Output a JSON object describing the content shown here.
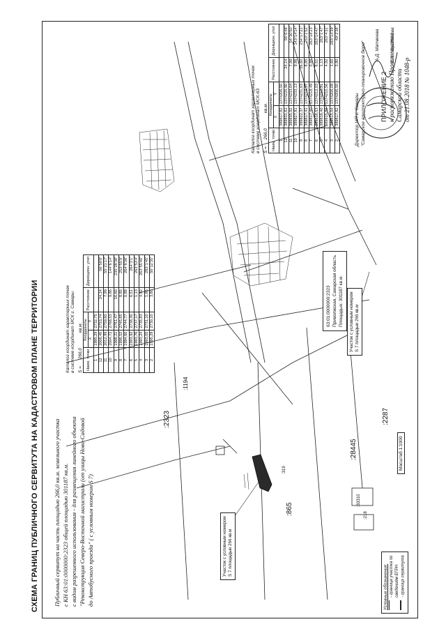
{
  "appendix": {
    "line1": "ПРИЛОЖЕНИЕ 2",
    "line2": "к распоряжению Правительства",
    "line3": "Самарской области",
    "line4": "от 21.08.2018 № 1048-р"
  },
  "title": "СХЕМА ГРАНИЦ ПУБЛИЧНОГО СЕРВИТУТА НА КАДАСТРОВОМ ПЛАНЕ ТЕРРИТОРИИ",
  "description": [
    "Публичный сервитут на часть площадью 266,0 кв.м. земельного участка",
    "с КН 63:01:0000000:2323 общей площадью 301187 кв.м.",
    "с видом разрешенного использования - для размещения линейного объекта",
    "\"Реконструкция Северо-Восточной магистрали (от улицы Ново-Садовой",
    "до Автобусного проезда\" ( с условным номером  S 7)"
  ],
  "catalog1": {
    "caption1": "Каталог координат характерных точек",
    "caption2": "в системе координат МСК г. Самары",
    "s_label": "S =",
    "s_value": "266,0",
    "s_unit": "кв.м.",
    "headers": [
      "Наим. точки",
      "X",
      "Y",
      "Расстояние",
      "Дирекцион. угол"
    ],
    "coord_header": "Координаты",
    "rows": [
      [
        "1",
        "1995,29",
        "2732,75",
        "",
        ""
      ],
      [
        "12",
        "2006,45",
        "2753,74",
        "24,14",
        "56°58'8\""
      ],
      [
        "11",
        "2012,99",
        "2759,60",
        "7,99",
        "55°21'17\""
      ],
      [
        "10",
        "2004,72",
        "2768,53",
        "9,86",
        "144°6'14\""
      ],
      [
        "9",
        "1998,21",
        "2761,47",
        "16,60",
        "235°28'38\""
      ],
      [
        "8",
        "1996,52",
        "2745,65",
        "8,85",
        "253°55'9\""
      ],
      [
        "7",
        "1994,60",
        "2744,77",
        "0,88",
        "264°8'38\""
      ],
      [
        "6",
        "1993,92",
        "2738,30",
        "6,51",
        "264°3'1\""
      ],
      [
        "5",
        "1993,76",
        "2737,17",
        "1,13",
        "263°53'4\""
      ],
      [
        "4",
        "1993,24",
        "2735,83",
        "4,92",
        "263°55'46\""
      ],
      [
        "3",
        "1993,05",
        "2731,10",
        "1,65",
        "283°1'45\""
      ],
      [
        "2",
        "1995,29",
        "2730,10",
        "3,80",
        "50°12'35\""
      ]
    ]
  },
  "catalog2": {
    "caption1": "Каталог координат характерных точек",
    "caption2": "в системе координат МСК-63",
    "s_label": "S =",
    "s_value": "266,0",
    "s_unit": "кв.м.",
    "headers": [
      "Наим. точки",
      "X",
      "Y",
      "Расстояние",
      "Дирекцион. угол"
    ],
    "coord_header": "Координаты",
    "rows": [
      [
        "1",
        "389817,82",
        "1374206,50",
        "",
        ""
      ],
      [
        "12",
        "389831,61",
        "1374225,90",
        "24,14",
        "56°6'48\""
      ],
      [
        "11",
        "389835,92",
        "1374233,04",
        "7,99",
        "54°30'50\""
      ],
      [
        "10",
        "389827,81",
        "1374233,13",
        "9,86",
        "143°14'14\""
      ],
      [
        "9",
        "389822,37",
        "1374231,63",
        "16,60",
        "234°17'21\""
      ],
      [
        "8",
        "389817,41",
        "1374219,37",
        "8,85",
        "253°1'52\""
      ],
      [
        "7",
        "389817,40",
        "1374218,49",
        "0,88",
        "263°18'23\""
      ],
      [
        "6",
        "389816,53",
        "1374212,03",
        "6,51",
        "263°14'47\""
      ],
      [
        "5",
        "389816,40",
        "1374210,91",
        "1,13",
        "263°1'47\""
      ],
      [
        "4",
        "389815,86",
        "1374210,56",
        "4,92",
        "263°4'31\""
      ],
      [
        "3",
        "389815,54",
        "1374206,08",
        "1,65",
        "283°14'39\""
      ],
      [
        "2",
        "389817,82",
        "1374206,50",
        "3,80",
        "49°2'38\""
      ]
    ]
  },
  "map_labels": {
    "parcel_2323": ":2323",
    "parcel_1194": ":1194",
    "parcel_865": ":865",
    "parcel_28445": ":28445",
    "parcel_2287": ":2287",
    "parcel_3310": ":33310",
    "parcel_218": ":218",
    "parcel_319": ":319",
    "plot_note1": "Участок с условным номером",
    "plot_note2": "S 7 площадью 266 кв.м",
    "plot_note_b1": "Участок с условным номером",
    "plot_note_b2": "S 7 площадью 266 кв.м",
    "kn_1": "63:01:0000000:2323",
    "kn_2": "Приволжская, Самарская область",
    "kn_3": "Площадью: 301187 кв.м.",
    "scale": "Масштаб 1:1000"
  },
  "legend": {
    "title": "Условные обозначения:",
    "item1a": "- граница участка по",
    "item1b": "сведениям ЕГРН",
    "item2": "- граница сервитута"
  },
  "signatures": {
    "org": "Директор  МП г. Самары",
    "org2": "\"Самарское архитектурно-планировочное бюро\"",
    "name1": "А.Д. Матвеева",
    "name2": "Е.А. Черепанова",
    "stamp_text": "Самарское архитектурно-планировочное бюро"
  },
  "colors": {
    "servitude": "#2a2a2a",
    "line": "#222222"
  }
}
